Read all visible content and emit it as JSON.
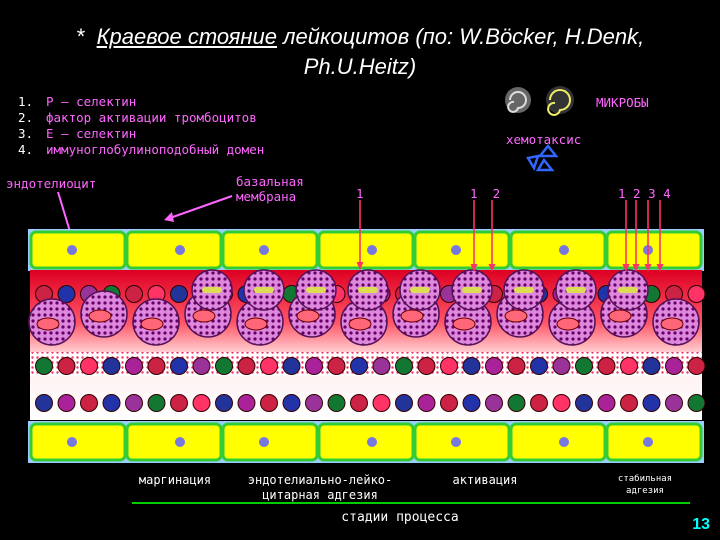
{
  "title": {
    "marker": "*",
    "underlined": "Краевое стояние",
    "rest_line1": " лейкоцитов (по: W.Böcker, H.Denk,",
    "line2": "Ph.U.Heitz)"
  },
  "legend": [
    {
      "num": "1.",
      "text": "P – селектин"
    },
    {
      "num": "2.",
      "text": "фактор активации тромбоцитов"
    },
    {
      "num": "3.",
      "text": "E – селектин"
    },
    {
      "num": "4.",
      "text": "иммуноглобулиноподобный домен"
    }
  ],
  "labels": {
    "endothelium": "эндотелиоцит",
    "membrane_1": "базальная",
    "membrane_2": "мембрана",
    "microbes": "МИКРОБЫ",
    "chemotaxis": "хемотаксис",
    "marker_a": "1",
    "marker_b": "1  2",
    "marker_c": "1 2 3 4"
  },
  "stages": {
    "margination": "маргинация",
    "adhesion_1": "эндотелиально-лейко-",
    "adhesion_2": "цитарная адгезия",
    "activation": "активация",
    "stable_1": "стабильная",
    "stable_2": "адгезия",
    "process": "стадии процесса"
  },
  "page_number": "13",
  "colors": {
    "endothelium": "#ffff00",
    "endothelium_border": "#33cc33",
    "nucleus": "#7777dd",
    "leukocyte": "#cc66cc",
    "erythrocyte": "#cc3344",
    "platelet_row": "#cc0033",
    "label_pink": "#ff66ff",
    "stage_line": "#00cc00",
    "page_number": "#00ffff"
  }
}
